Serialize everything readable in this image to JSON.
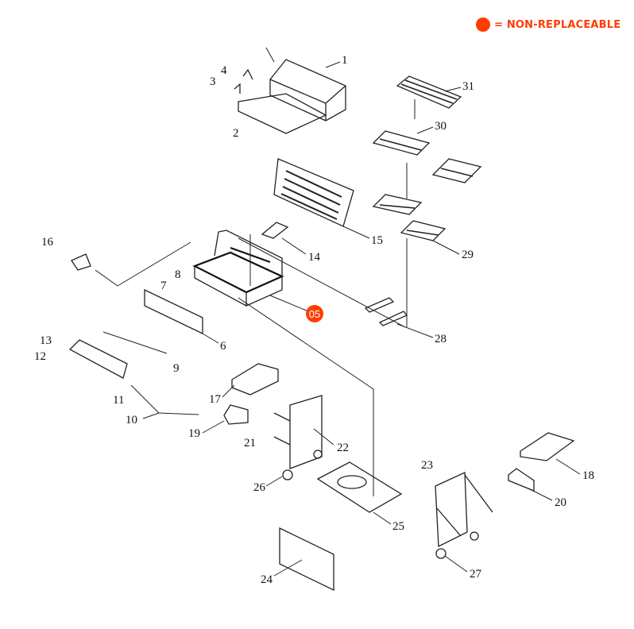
{
  "legend": {
    "symbol_color": "#ff3d00",
    "text": "= NON-REPLACEABLE"
  },
  "non_replaceable_badge": "05",
  "part_labels": [
    "1",
    "2",
    "3",
    "4",
    "6",
    "7",
    "8",
    "9",
    "10",
    "11",
    "12",
    "13",
    "14",
    "15",
    "16",
    "17",
    "18",
    "19",
    "20",
    "21",
    "22",
    "23",
    "24",
    "25",
    "26",
    "27",
    "28",
    "29",
    "30",
    "31"
  ]
}
